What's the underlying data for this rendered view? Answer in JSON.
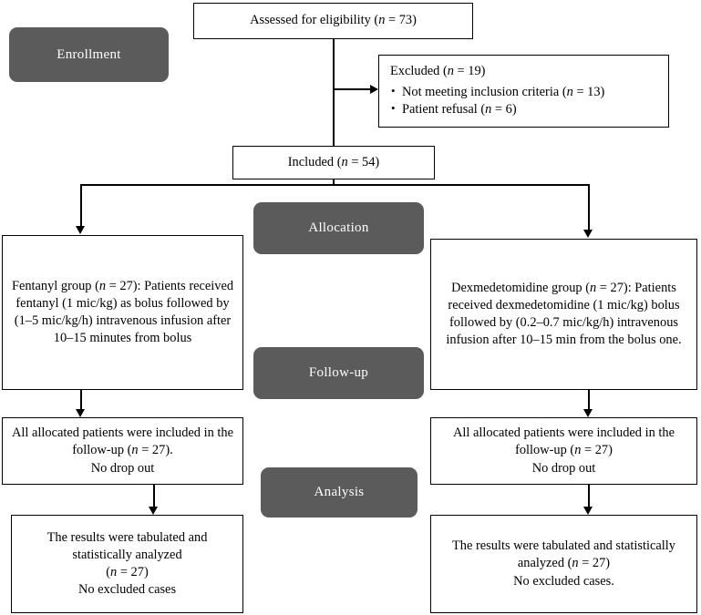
{
  "diagram": {
    "type": "consort-flow-diagram",
    "colors": {
      "stage_label_background": "#5b5b5b",
      "stage_label_text": "#ffffff",
      "box_border": "#000000",
      "box_background": "#ffffff",
      "connector": "#000000"
    }
  },
  "stages": [
    {
      "id": "enrollment",
      "label": "Enrollment"
    },
    {
      "id": "allocation",
      "label": "Allocation"
    },
    {
      "id": "followup",
      "label": "Follow-up"
    },
    {
      "id": "analysis",
      "label": "Analysis"
    }
  ],
  "nodes": {
    "assessed": {
      "text_prefix": "Assessed for eligibility (",
      "n_symbol": "n",
      "text_suffix": " = 73)"
    },
    "excluded": {
      "heading_prefix": "Excluded (",
      "n_symbol": "n",
      "heading_suffix": " = 19)",
      "reasons": [
        {
          "prefix": "Not meeting inclusion criteria (",
          "n_symbol": "n",
          "suffix": " = 13)"
        },
        {
          "prefix": "Patient refusal (",
          "n_symbol": "n",
          "suffix": " = 6)"
        }
      ]
    },
    "included": {
      "text_prefix": "Included (",
      "n_symbol": "n",
      "text_suffix": " = 54)"
    },
    "arm_left_allocation": {
      "line1_prefix": "Fentanyl group (",
      "n_symbol": "n",
      "line1_suffix": " = 27): Patients received fentanyl (1 mic/kg) as bolus followed by (1–5 mic/kg/h) intravenous infusion after 10–15 minutes from bolus"
    },
    "arm_right_allocation": {
      "line1_prefix": "Dexmedetomidine group (",
      "n_symbol": "n",
      "line1_suffix": " = 27): Patients received dexmedetomidine (1 mic/kg) bolus followed by (0.2–0.7 mic/kg/h) intravenous infusion after 10–15 min from the bolus one."
    },
    "arm_left_followup": {
      "prefix": "All allocated patients were included in the follow-up (",
      "n_symbol": "n",
      "suffix": " = 27).",
      "line2": "No drop out"
    },
    "arm_right_followup": {
      "prefix": "All allocated patients were included in the follow-up (",
      "n_symbol": "n",
      "suffix": " = 27)",
      "line2": "No drop out"
    },
    "arm_left_analysis": {
      "line1": "The results were tabulated and statistically analyzed",
      "n_line_prefix": "(",
      "n_symbol": "n",
      "n_line_suffix": " = 27)",
      "line3": "No excluded cases"
    },
    "arm_right_analysis": {
      "prefix": "The results were tabulated and statistically analyzed (",
      "n_symbol": "n",
      "suffix": " = 27)",
      "line3": "No excluded cases."
    }
  }
}
